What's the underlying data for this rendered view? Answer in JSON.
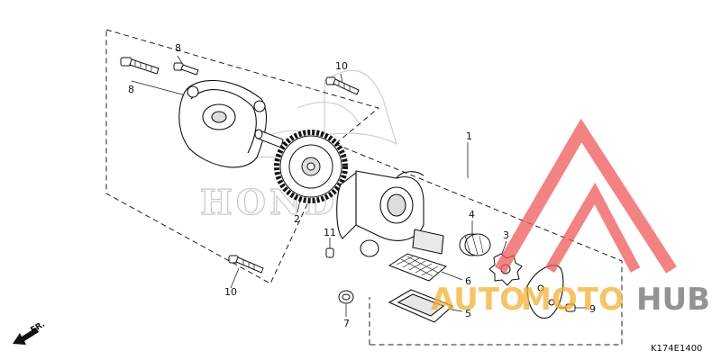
{
  "diagram": {
    "code": "K174E1400",
    "front_marker": "FR.",
    "watermark_brand": "HONDA",
    "parts": [
      {
        "callout": "1"
      },
      {
        "callout": "2"
      },
      {
        "callout": "3"
      },
      {
        "callout": "4"
      },
      {
        "callout": "5"
      },
      {
        "callout": "6"
      },
      {
        "callout": "7"
      },
      {
        "callout": "8"
      },
      {
        "callout": "8"
      },
      {
        "callout": "9"
      },
      {
        "callout": "10"
      },
      {
        "callout": "10"
      },
      {
        "callout": "11"
      }
    ]
  },
  "watermark": {
    "part1": "AUTO",
    "part2": "MOTO",
    "part3": "HUB",
    "colors": {
      "red": "#f05a5a",
      "orange": "#f2b134",
      "gray": "#707070"
    }
  }
}
